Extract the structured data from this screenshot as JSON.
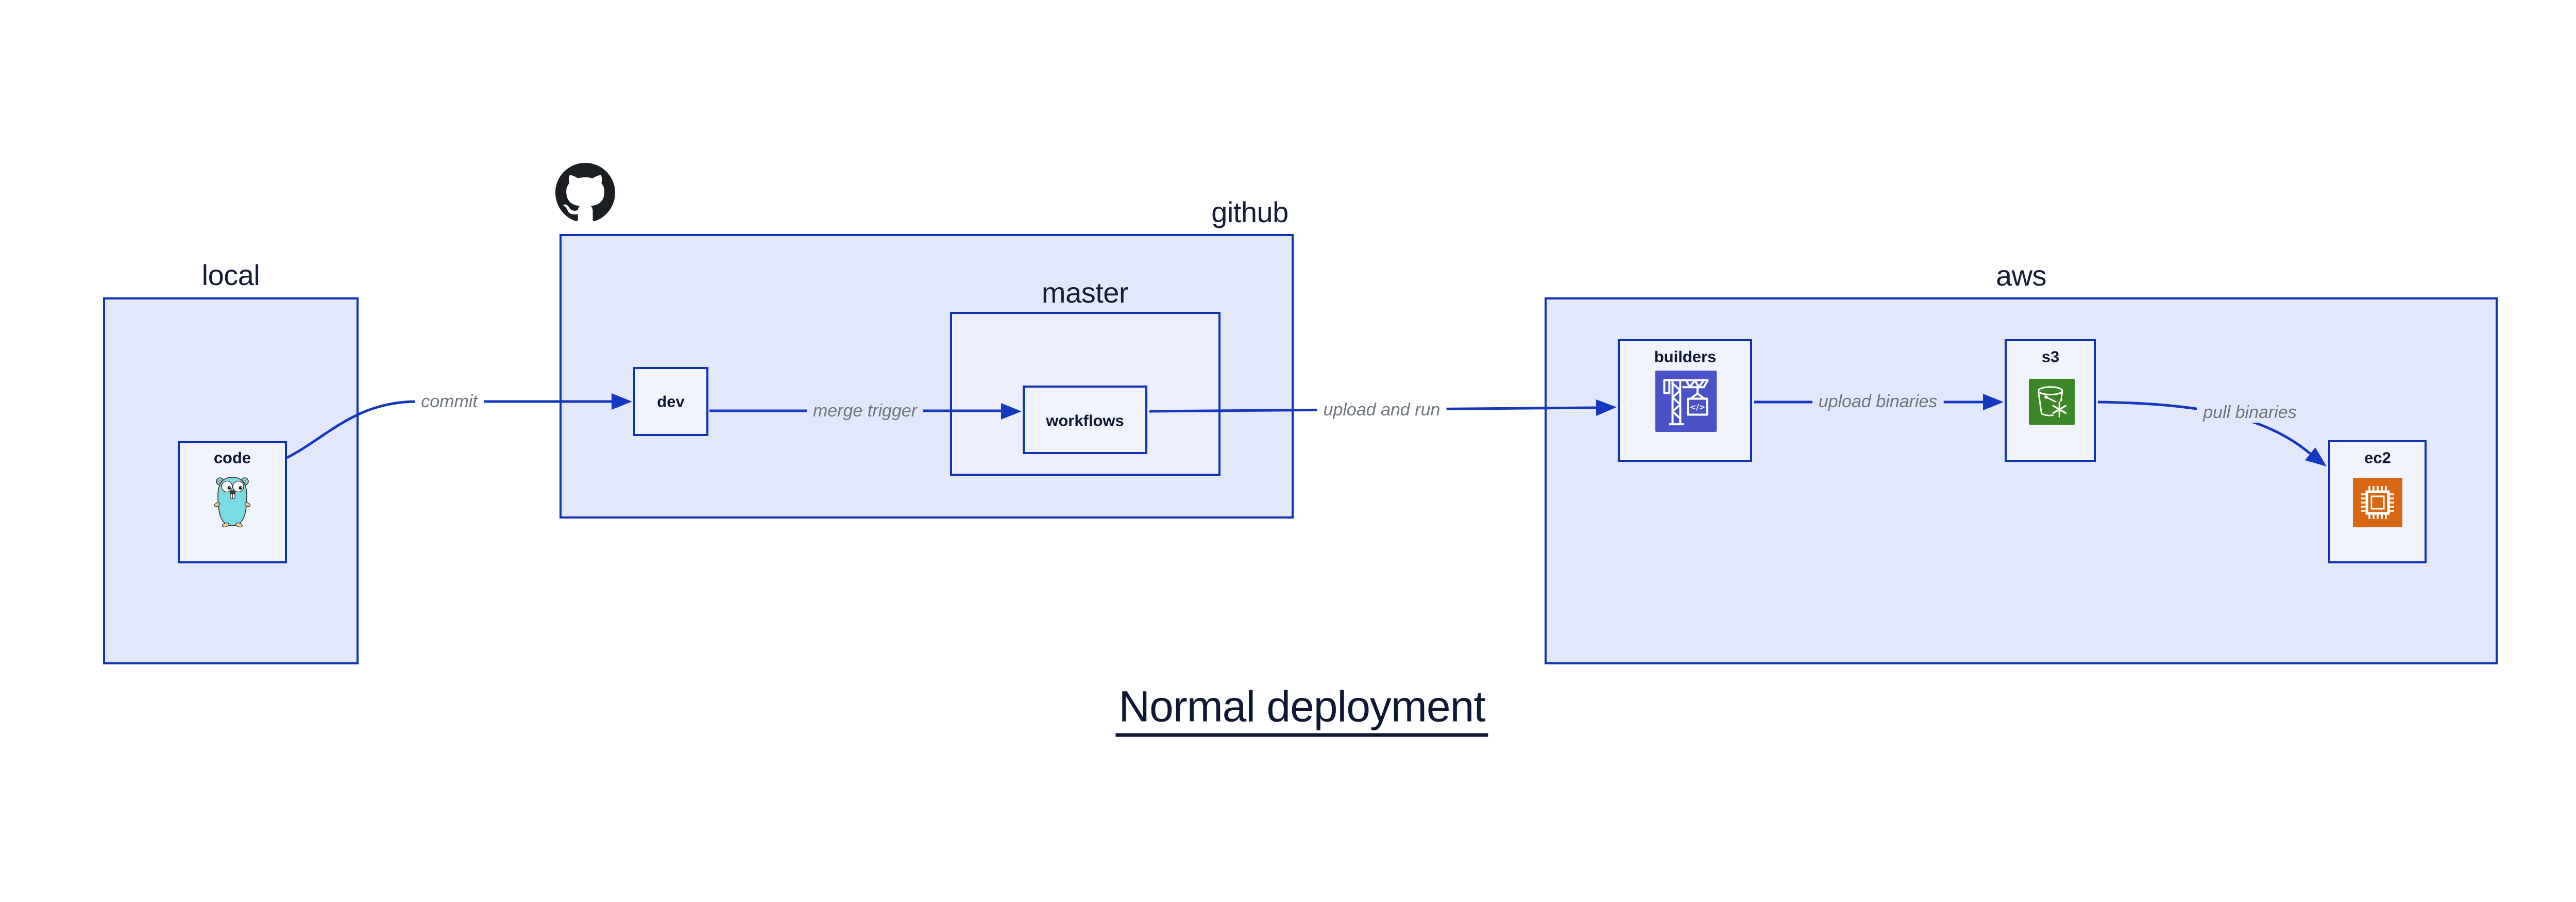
{
  "title": {
    "text": "Normal deployment"
  },
  "containers": {
    "local": {
      "label": "local"
    },
    "github": {
      "label": "github",
      "logo_icon": "github-octocat-icon"
    },
    "master": {
      "label": "master"
    },
    "aws": {
      "label": "aws"
    }
  },
  "nodes": {
    "code": {
      "label": "code",
      "icon": "go-gopher-icon"
    },
    "dev": {
      "label": "dev"
    },
    "workflows": {
      "label": "workflows"
    },
    "builders": {
      "label": "builders",
      "icon": "codebuild-crane-icon",
      "icon_color": "#4a53c6"
    },
    "s3": {
      "label": "s3",
      "icon": "s3-bucket-icon",
      "icon_color": "#3c8727"
    },
    "ec2": {
      "label": "ec2",
      "icon": "ec2-chip-icon",
      "icon_color": "#d86613"
    }
  },
  "edges": [
    {
      "from": "code",
      "to": "dev",
      "label": "commit"
    },
    {
      "from": "dev",
      "to": "workflows",
      "label": "merge trigger"
    },
    {
      "from": "workflows",
      "to": "builders",
      "label": "upload and run"
    },
    {
      "from": "builders",
      "to": "s3",
      "label": "upload binaries"
    },
    {
      "from": "s3",
      "to": "ec2",
      "label": "pull binaries"
    }
  ],
  "colors": {
    "background": "#ffffff",
    "border_blue": "#0d32b2",
    "edge_blue": "#1539be",
    "container_fill": "#e2e8fa",
    "master_fill": "#eceffb",
    "node_fill": "#f2f4fd",
    "edge_label_gray": "#6e7480",
    "text_navy": "#0e1833",
    "octocat_black": "#1b1f23",
    "gopher_cyan": "#7adbe3",
    "codebuild_indigo": "#4a53c6",
    "s3_green": "#3c8727",
    "ec2_orange": "#d86613"
  }
}
